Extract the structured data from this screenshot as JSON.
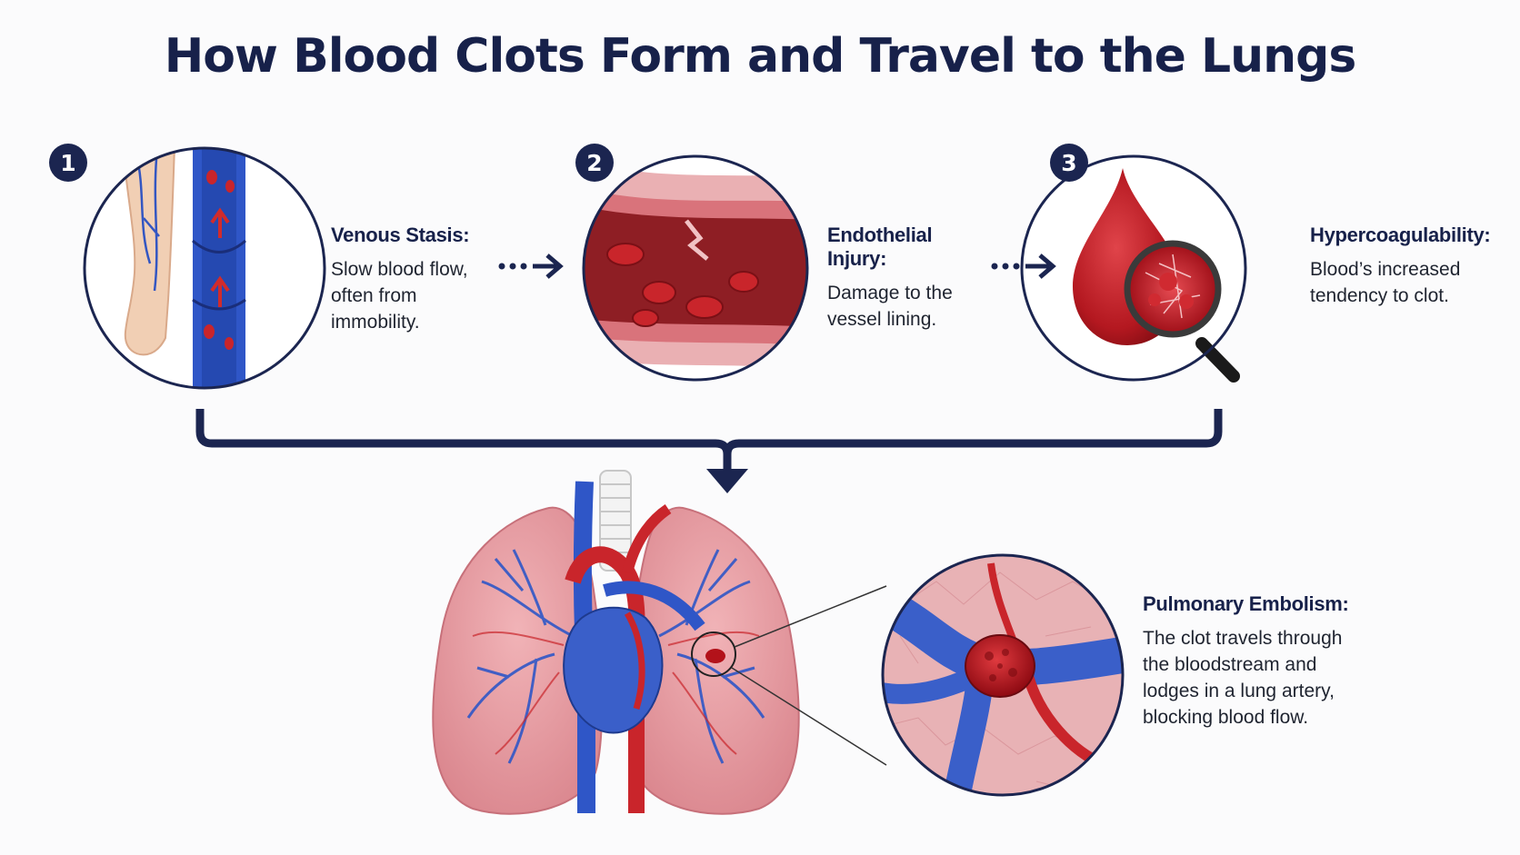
{
  "title": "How Blood Clots Form and Travel to the Lungs",
  "steps": [
    {
      "number": "1",
      "heading": "Venous Stasis:",
      "body": "Slow blood flow, often from immobility."
    },
    {
      "number": "2",
      "heading": "Endothelial Injury:",
      "body": "Damage to the vessel lining."
    },
    {
      "number": "3",
      "heading": "Hypercoagulability:",
      "body": "Blood’s increased tendency to clot."
    }
  ],
  "outcome": {
    "heading": "Pulmonary Embolism:",
    "body": "The clot travels through the bloodstream and lodges in a lung artery, blocking blood flow."
  },
  "colors": {
    "navy": "#1b2550",
    "vein_blue": "#2f56c7",
    "artery_red": "#c9252b",
    "lung_pink": "#e8a0a6",
    "clot_red": "#b3121a"
  },
  "icons": [
    "leg-vein-icon",
    "vessel-injury-icon",
    "blood-drop-magnifier-icon",
    "lungs-heart-icon",
    "clot-zoom-icon"
  ]
}
